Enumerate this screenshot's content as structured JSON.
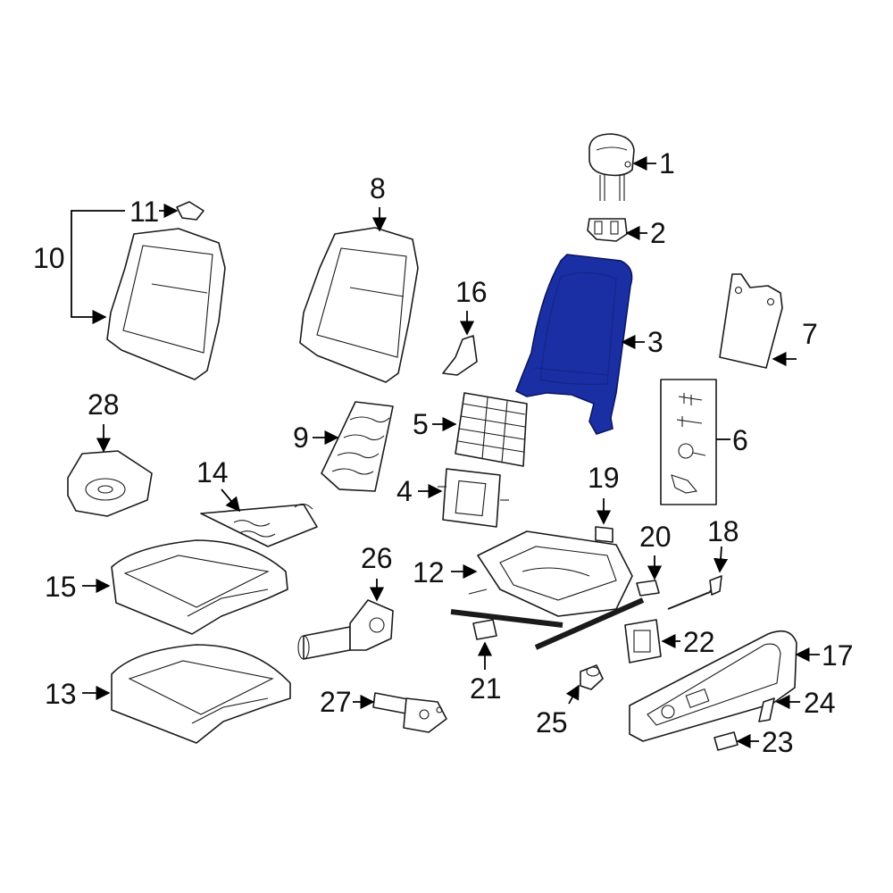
{
  "diagram": {
    "highlight_color": "#1a2fa3",
    "callouts": {
      "c1": "1",
      "c2": "2",
      "c3": "3",
      "c4": "4",
      "c5": "5",
      "c6": "6",
      "c7": "7",
      "c8": "8",
      "c9": "9",
      "c10": "10",
      "c11": "11",
      "c12": "12",
      "c13": "13",
      "c14": "14",
      "c15": "15",
      "c16": "16",
      "c17": "17",
      "c18": "18",
      "c19": "19",
      "c20": "20",
      "c21": "21",
      "c22": "22",
      "c23": "23",
      "c24": "24",
      "c25": "25",
      "c26": "26",
      "c27": "27",
      "c28": "28"
    }
  }
}
